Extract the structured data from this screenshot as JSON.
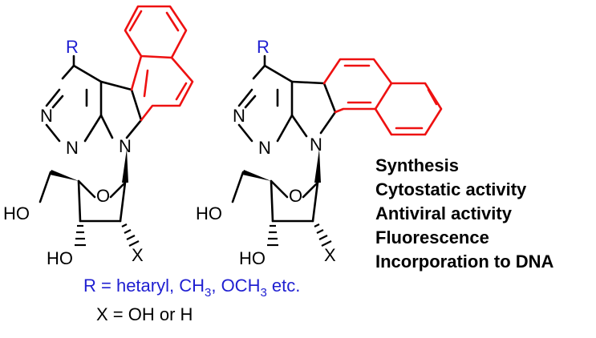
{
  "atoms": {
    "r": "R",
    "n": "N",
    "ho": "HO",
    "o": "O",
    "x": "X"
  },
  "properties": [
    "Synthesis",
    "Cytostatic activity",
    "Antiviral activity",
    "Fluorescence",
    "Incorporation to DNA"
  ],
  "legend": {
    "r_prefix": "R = hetaryl, CH",
    "r_sub1": "3",
    "r_mid": ", OCH",
    "r_sub2": "3",
    "r_suffix": " etc.",
    "x_line": "X = OH or H"
  },
  "colors": {
    "r_group": "#1f1fd1",
    "fused_ring": "#ee1111",
    "bonds": "#000000"
  }
}
